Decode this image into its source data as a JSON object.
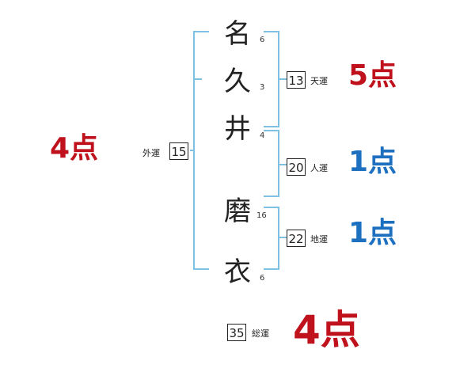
{
  "colors": {
    "bracket": "#7ec1e2",
    "red": "#c0121d",
    "blue": "#1d6fbf",
    "text": "#222222"
  },
  "name": {
    "surname": [
      {
        "char": "名",
        "strokes": "6"
      },
      {
        "char": "久",
        "strokes": "3"
      },
      {
        "char": "井",
        "strokes": "4"
      }
    ],
    "given": [
      {
        "char": "磨",
        "strokes": "16"
      },
      {
        "char": "衣",
        "strokes": "6"
      }
    ]
  },
  "fortunes": {
    "tenun": {
      "label": "天運",
      "value": "13",
      "score": "5点"
    },
    "jinun": {
      "label": "人運",
      "value": "20",
      "score": "1点"
    },
    "chiun": {
      "label": "地運",
      "value": "22",
      "score": "1点"
    },
    "gaiun": {
      "label": "外運",
      "value": "15",
      "score": "4点"
    },
    "souun": {
      "label": "総運",
      "value": "35",
      "score": "4点"
    }
  }
}
